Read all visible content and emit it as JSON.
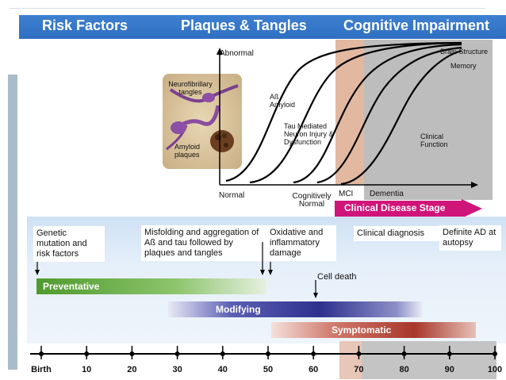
{
  "header": {
    "risk_factors": "Risk Factors",
    "plaques_tangles": "Plaques & Tangles",
    "cognitive_impairment": "Cognitive Impairment"
  },
  "chart": {
    "y_top_label": "Abnormal",
    "y_bottom_label": "Normal",
    "x_cognitively_normal": "Cognitively Normal",
    "mci_label": "MCI",
    "dementia_label": "Dementia",
    "clinical_stage_label": "Clinical Disease Stage",
    "curves": {
      "abeta": "Aß Amyloid",
      "tau": "Tau Mediated Neuron Injury & Dysfunction",
      "brain_structure": "Brain Structure",
      "memory": "Memory",
      "clinical_function": "Clinical Function"
    },
    "image_labels": {
      "tangles": "Neurofibrillary tangles",
      "plaques": "Amyloid plaques"
    }
  },
  "stages": {
    "genetic": "Genetic mutation and risk factors",
    "misfolding": "Misfolding and aggregation of Aß and tau followed by plaques and tangles",
    "oxidative": "Oxidative and inflammatory damage",
    "clinical_diagnosis": "Clinical diagnosis",
    "definite_ad": "Definite AD at autopsy",
    "cell_death": "Cell death"
  },
  "bars": {
    "preventative": "Preventative",
    "modifying": "Modifying",
    "symptomatic": "Symptomatic"
  },
  "timeline": {
    "ticks": [
      "Birth",
      "10",
      "20",
      "30",
      "40",
      "50",
      "60",
      "70",
      "80",
      "90",
      "100"
    ]
  },
  "colors": {
    "header": "#3577c8",
    "preventative": "#5aa23a",
    "modifying": "#3a3d9a",
    "symptomatic": "#b8443a",
    "mci_band": "#e2b9a0",
    "dementia_band": "#bdbdbd",
    "clinical_arrow": "#d0157a"
  }
}
